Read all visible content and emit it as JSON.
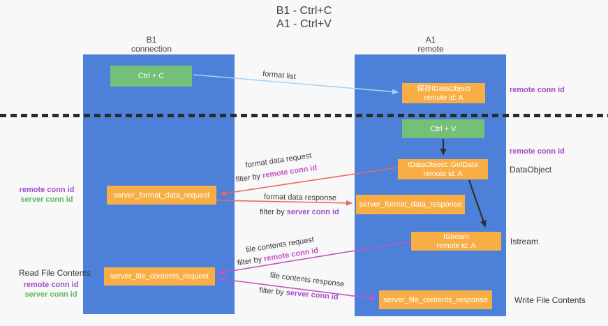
{
  "title": {
    "line1": "B1 - Ctrl+C",
    "line2": "A1 - Ctrl+V"
  },
  "lanes": {
    "left": {
      "header_line1": "B1",
      "header_line2": "connection"
    },
    "right": {
      "header_line1": "A1",
      "header_line2": "remote"
    }
  },
  "nodes": {
    "ctrl_c": "Ctrl + C",
    "ctrl_v": "Ctrl + V",
    "save_idataobject": {
      "line1": "保存IDataObject",
      "line2": "remote id: A"
    },
    "getdata": {
      "line1": "IDataObject::GetData",
      "line2": "remote id: A"
    },
    "istream": {
      "line1": "IStream",
      "line2": "remote id: A"
    },
    "server_format_data_request": "server_format_data_request",
    "server_format_data_response": "server_format_data_response",
    "server_file_contents_request": "server_file_contents_request",
    "server_file_contents_response": "server_file_contents_response"
  },
  "edge_labels": {
    "format_list": "format list",
    "format_data_request": "format data request",
    "format_data_response": "format data response",
    "file_contents_request": "file contents request",
    "file_contents_response": "file contents response",
    "filter_by": "filter by ",
    "remote_conn_id": "remote conn id",
    "server_conn_id": "server conn id"
  },
  "side_labels": {
    "remote_conn_id": "remote conn id",
    "server_conn_id": "server conn id",
    "dataobject": "DataObject",
    "istream": "Istream",
    "read_file_contents": "Read File Contents",
    "write_file_contents": "Write File Contents"
  },
  "colors": {
    "lane_blue": "#4d80d8",
    "box_green": "#75c078",
    "box_orange": "#f9ae45",
    "arrow_red": "#e96a60",
    "arrow_magenta": "#c653c6",
    "arrow_lightblue": "#a9d3f2",
    "hl_purple": "#a24fc8",
    "hl_magenta": "#c653c6",
    "label_green": "#5eb75e"
  }
}
